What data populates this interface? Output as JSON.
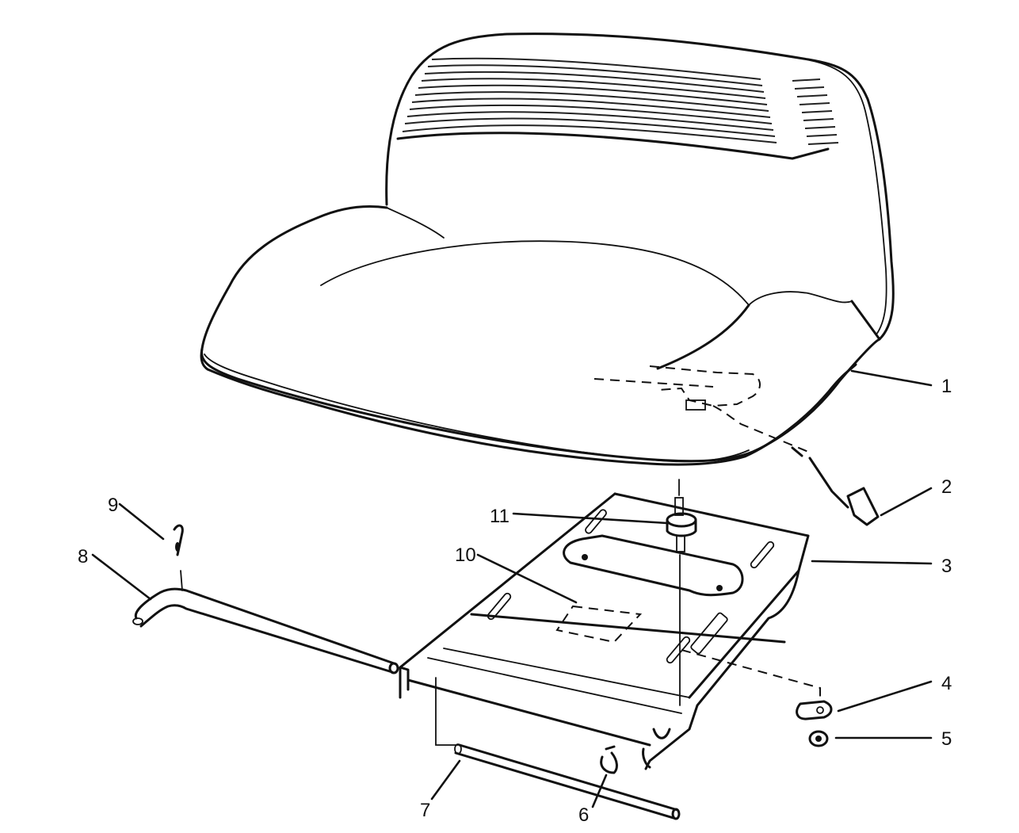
{
  "diagram": {
    "type": "exploded-parts-view",
    "subject": "seat assembly",
    "line_color": "#111111",
    "background": "#ffffff",
    "callouts": [
      {
        "number": "1",
        "part": "seat"
      },
      {
        "number": "2",
        "part": "seat-switch-connector"
      },
      {
        "number": "3",
        "part": "seat-pan"
      },
      {
        "number": "4",
        "part": "bracket"
      },
      {
        "number": "5",
        "part": "nut"
      },
      {
        "number": "6",
        "part": "clip"
      },
      {
        "number": "7",
        "part": "pivot-rod"
      },
      {
        "number": "8",
        "part": "seat-rod"
      },
      {
        "number": "9",
        "part": "hair-pin"
      },
      {
        "number": "10",
        "part": "decal"
      },
      {
        "number": "11",
        "part": "isolator-mount"
      }
    ]
  }
}
